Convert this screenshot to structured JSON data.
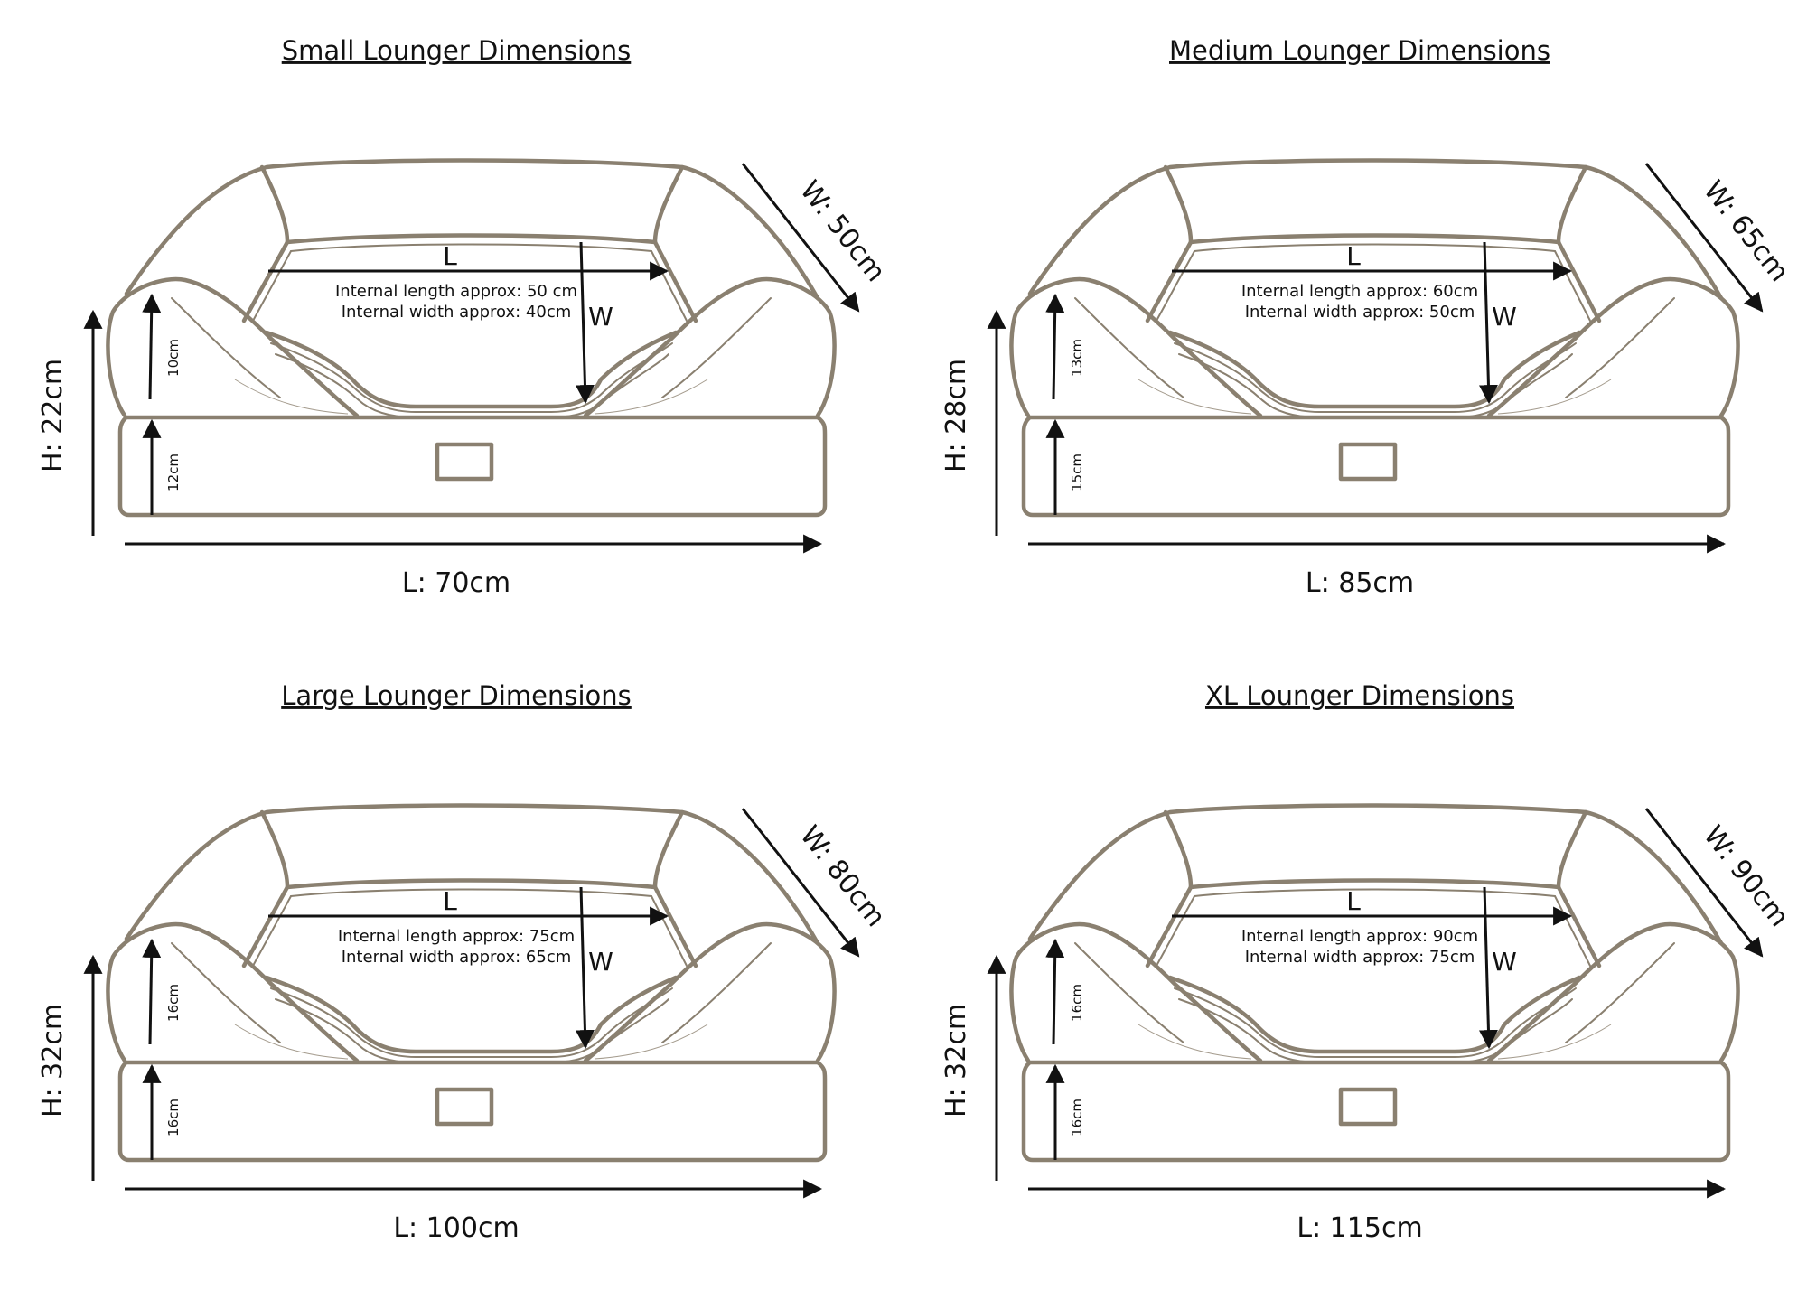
{
  "colors": {
    "outline": "#8a8070",
    "arrow": "#111111",
    "background": "#ffffff"
  },
  "panels": [
    {
      "title": "Small  Lounger Dimensions",
      "height": "H: 22cm",
      "length": "L: 70cm",
      "width": "W: 50cm",
      "internal_length": "Internal length approx: 50 cm",
      "internal_width": "Internal width approx: 40cm",
      "bolster_height": "10cm",
      "base_height": "12cm",
      "l_marker": "L",
      "w_marker": "W"
    },
    {
      "title": "Medium  Lounger Dimensions",
      "height": "H: 28cm",
      "length": "L: 85cm",
      "width": "W: 65cm",
      "internal_length": "Internal length approx: 60cm",
      "internal_width": "Internal width approx: 50cm",
      "bolster_height": "13cm",
      "base_height": "15cm",
      "l_marker": "L",
      "w_marker": "W"
    },
    {
      "title": "Large  Lounger Dimensions",
      "height": "H: 32cm",
      "length": "L: 100cm",
      "width": "W: 80cm",
      "internal_length": "Internal length approx: 75cm",
      "internal_width": "Internal width approx: 65cm",
      "bolster_height": "16cm",
      "base_height": "16cm",
      "l_marker": "L",
      "w_marker": "W"
    },
    {
      "title": "XL  Lounger Dimensions",
      "height": "H: 32cm",
      "length": "L: 115cm",
      "width": "W: 90cm",
      "internal_length": "Internal length approx: 90cm",
      "internal_width": "Internal width approx: 75cm",
      "bolster_height": "16cm",
      "base_height": "16cm",
      "l_marker": "L",
      "w_marker": "W"
    }
  ]
}
